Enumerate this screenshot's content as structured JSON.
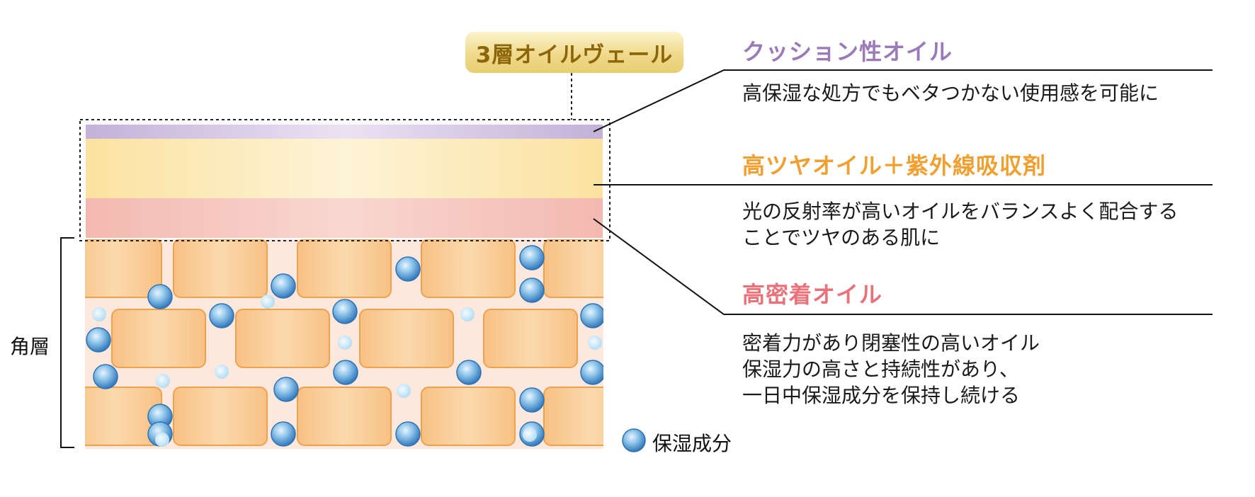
{
  "badge": {
    "label": "3層オイルヴェール"
  },
  "left_label": "角層",
  "legend": {
    "label": "保湿成分"
  },
  "layers": [
    {
      "title": "クッション性オイル",
      "title_color": "#9a7bb8",
      "desc": [
        "高保湿な処方でもベタつかない使用感を可能に"
      ]
    },
    {
      "title": "高ツヤオイル＋紫外線吸収剤",
      "title_color": "#f0a030",
      "desc": [
        "光の反射率が高いオイルをバランスよく配合する",
        "ことでツヤのある肌に"
      ]
    },
    {
      "title": "高密着オイル",
      "title_color": "#e8717a",
      "desc": [
        "密着力があり閉塞性の高いオイル",
        "保湿力の高さと持続性があり、",
        "一日中保湿成分を保持し続ける"
      ]
    }
  ],
  "colors": {
    "purple_layer": "#c8b6dc",
    "yellow_layer": "#fbe7a8",
    "pink_layer": "#f4c0b8",
    "cell_fill": "#f8c88a",
    "cell_stroke": "#f0a850",
    "skin_bg": "#fde6dc",
    "moist_dark": "#3f86c6",
    "moist_light": "#bfe3f5"
  }
}
